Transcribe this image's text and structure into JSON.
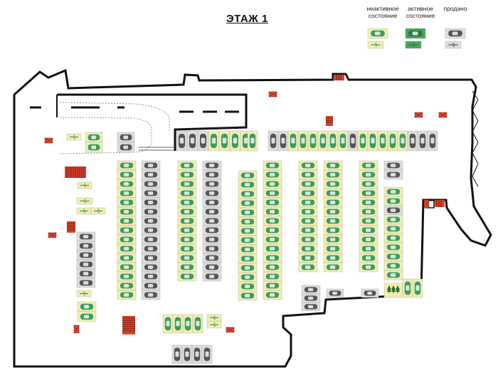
{
  "title": "ЭТАЖ 1",
  "legend": {
    "inactive": "неактивное состояние",
    "active": "активное состояние",
    "sold": "продано"
  },
  "colors": {
    "inactive_bg": "#f1eeb0",
    "inactive_car": "#3d9a62",
    "active_bg": "#44a659",
    "active_car": "#2b7a3f",
    "sold_bg": "#dcdcdc",
    "sold_car": "#555555",
    "barrier": "#e44a34"
  },
  "icons": [
    "car-icon",
    "ev-charger-icon",
    "barrier-icon",
    "stairs-icon",
    "tree-icon"
  ]
}
